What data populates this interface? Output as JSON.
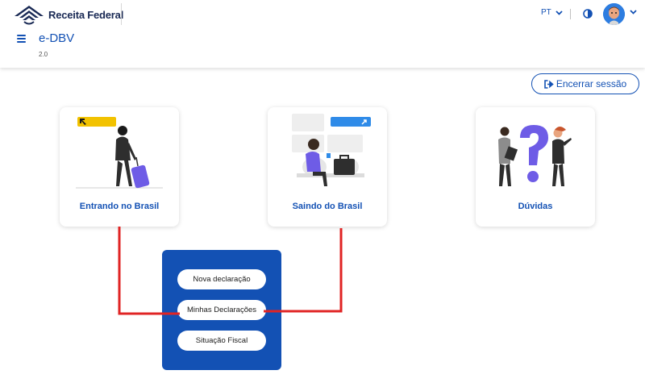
{
  "header": {
    "brand_name": "Receita Federal",
    "app_title": "e-DBV",
    "app_version": "2.0",
    "language": "PT",
    "icons": {
      "menu": "hamburger-menu-icon",
      "contrast": "contrast-icon",
      "chevron": "chevron-down-icon",
      "avatar": "user-avatar"
    }
  },
  "actions": {
    "logout_label": "Encerrar sessão",
    "logout_icon": "sign-out-icon"
  },
  "cards": [
    {
      "label": "Entrando no Brasil",
      "illustration": "arriving-traveler-illustration"
    },
    {
      "label": "Saindo do Brasil",
      "illustration": "departing-traveler-illustration"
    },
    {
      "label": "Dúvidas",
      "illustration": "question-mark-illustration"
    }
  ],
  "submenu": {
    "items": [
      "Nova declaração",
      "Minhas Declarações",
      "Situação Fiscal"
    ]
  },
  "colors": {
    "primary": "#1351b4",
    "brand_dark": "#1a2a55",
    "annotation_red": "#e02424",
    "arrival_sign": "#f2c200",
    "departure_sign": "#2f8be8"
  }
}
